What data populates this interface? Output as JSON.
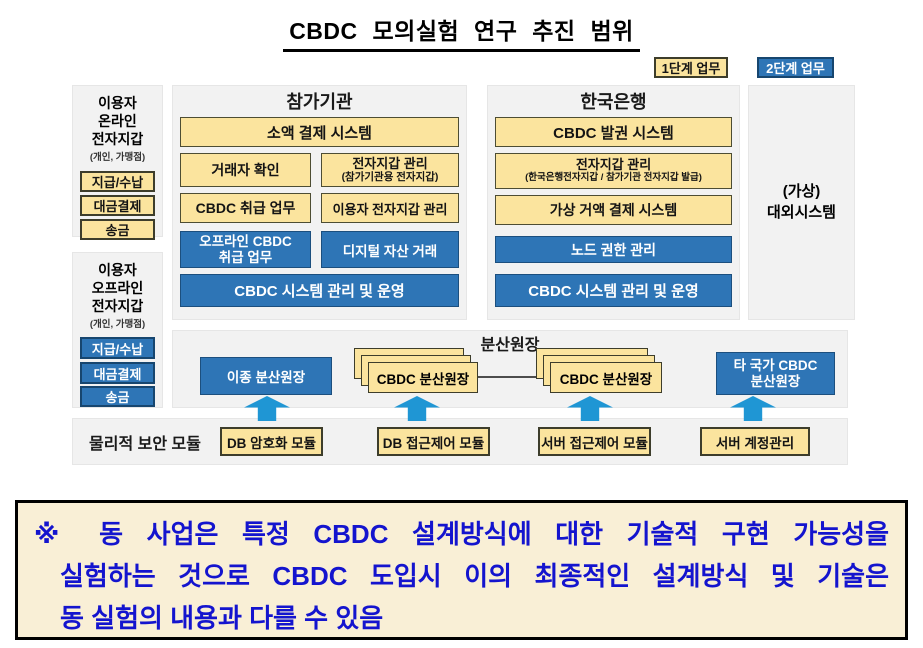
{
  "title": "CBDC 모의실험 연구 추진 범위",
  "legend": {
    "phase1_label": "1단계 업무",
    "phase2_label": "2단계 업무"
  },
  "user_online_wallet": {
    "title_line1": "이용자",
    "title_line2": "온라인",
    "title_line3": "전자지갑",
    "subtitle": "(개인, 가맹점)",
    "items": [
      "지급/수납",
      "대금결제",
      "송금"
    ]
  },
  "user_offline_wallet": {
    "title_line1": "이용자",
    "title_line2": "오프라인",
    "title_line3": "전자지갑",
    "subtitle": "(개인, 가맹점)",
    "items": [
      "지급/수납",
      "대금결제",
      "송금"
    ]
  },
  "participants": {
    "title": "참가기관",
    "retail_payment": "소액 결제 시스템",
    "trader_verification": "거래자 확인",
    "wallet_mgmt_line1": "전자지갑 관리",
    "wallet_mgmt_line2": "(참가기관용 전자지갑)",
    "cbdc_handling": "CBDC 취급 업무",
    "user_wallet_mgmt": "이용자 전자지갑 관리",
    "offline_cbdc_line1": "오프라인 CBDC",
    "offline_cbdc_line2": "취급 업무",
    "digital_asset_trade": "디지털 자산 거래",
    "system_mgmt": "CBDC 시스템 관리 및 운영"
  },
  "bok": {
    "title": "한국은행",
    "issuance_system": "CBDC 발권 시스템",
    "wallet_mgmt_line1": "전자지갑 관리",
    "wallet_mgmt_line2": "(한국은행전자지갑 / 참가기관 전자지갑 발급)",
    "virtual_rtgs": "가상 거액 결제 시스템",
    "node_auth": "노드 권한 관리",
    "system_mgmt": "CBDC 시스템 관리 및 운영"
  },
  "external_system": {
    "line1": "(가상)",
    "line2": "대외시스템"
  },
  "ledger": {
    "title": "분산원장",
    "hetero_ledger": "이종 분산원장",
    "cbdc_ledger_1": "CBDC 분산원장",
    "cbdc_ledger_2": "CBDC 분산원장",
    "foreign_line1": "타 국가 CBDC",
    "foreign_line2": "분산원장"
  },
  "security": {
    "label": "물리적 보안 모듈",
    "modules": [
      "DB 암호화 모듈",
      "DB 접근제어 모듈",
      "서버 접근제어 모듈",
      "서버 계정관리"
    ]
  },
  "note": {
    "line1": "※ 동 사업은 특정 CBDC 설계방식에 대한 기술적 구현 가능성을",
    "line2": "실험하는 것으로 CBDC 도입시 이의 최종적인 설계방식 및 기술은",
    "line3": "동 실험의 내용과 다를 수 있음"
  },
  "colors": {
    "phase1_yellow": "#FBE49E",
    "phase2_blue": "#2E75B6",
    "arrow_blue": "#1F96D4",
    "panel_gray": "#F2F2F2",
    "note_background": "#F9EFD6",
    "note_text_blue": "#1414CE"
  }
}
